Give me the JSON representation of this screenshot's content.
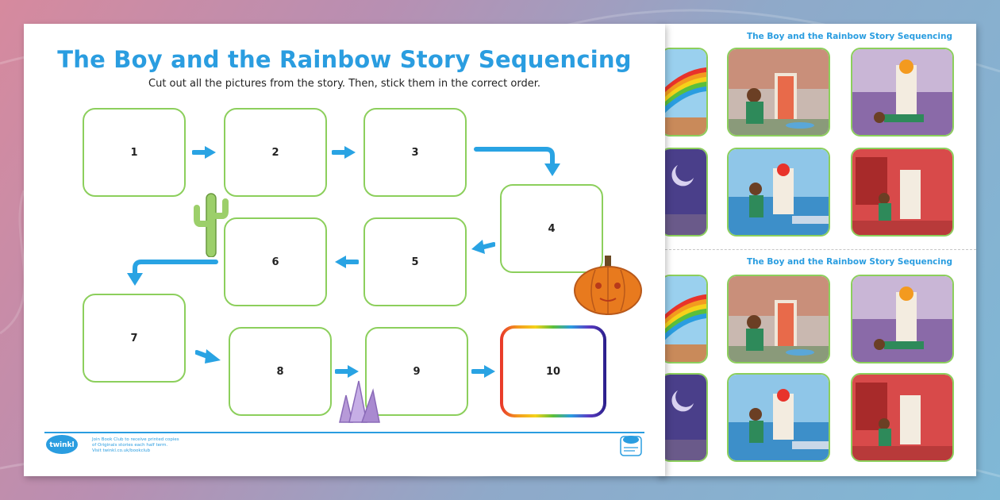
{
  "worksheet": {
    "title": "The Boy and the Rainbow Story Sequencing",
    "instructions": "Cut out all the pictures from the story. Then, stick them in the correct order.",
    "boxes": [
      "1",
      "2",
      "3",
      "4",
      "5",
      "6",
      "7",
      "8",
      "9",
      "10"
    ],
    "footer_lines": [
      "Join Book Club to receive printed copies",
      "of Originals stories each half term.",
      "Visit twinkl.co.uk/bookclub"
    ],
    "logo_text": "twinkl"
  },
  "cutout_sheet": {
    "header_top": "The Boy and the Rainbow Story Sequencing",
    "header_bottom": "The Boy and the Rainbow Story Sequencing"
  },
  "colors": {
    "title_blue": "#2a9de0",
    "box_green": "#8ccf5c",
    "arrow_blue": "#29a3e3"
  },
  "icons": [
    "cactus-icon",
    "pumpkin-icon",
    "crystal-icon",
    "arrow-right-icon",
    "arrow-left-icon",
    "arrow-down-icon"
  ]
}
